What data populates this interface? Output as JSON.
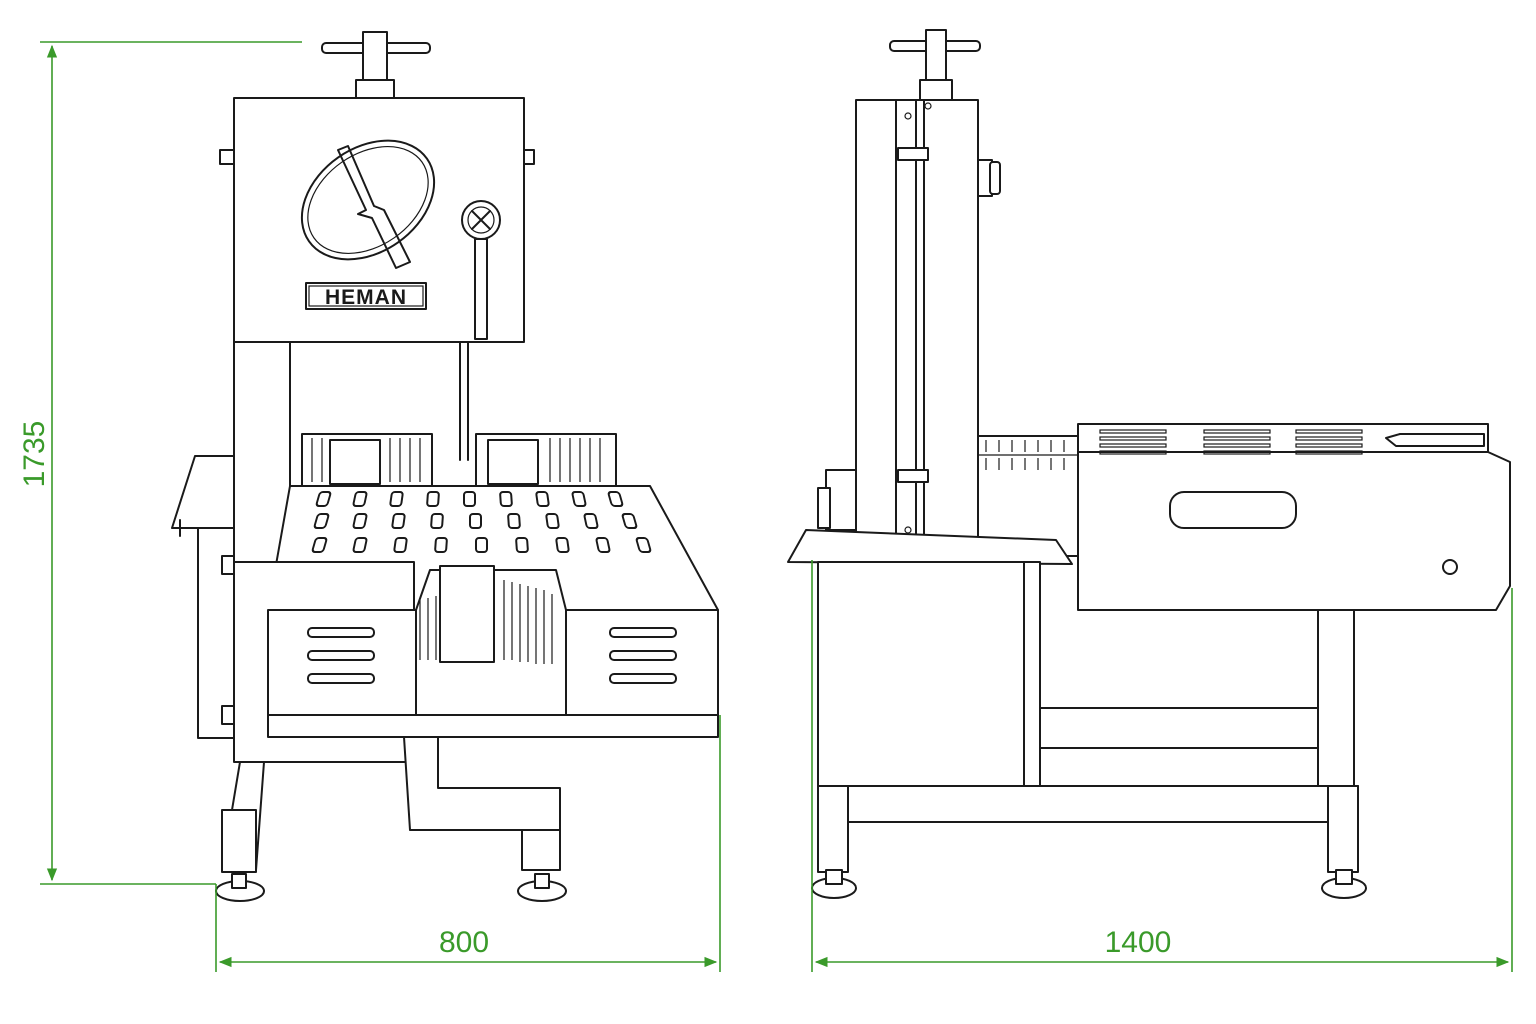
{
  "brand": "HEMAN",
  "dimensions": {
    "height": "1735",
    "front_width": "800",
    "side_depth": "1400"
  },
  "colors": {
    "dimension": "#3a9a2a",
    "line": "#1a1a1a",
    "background": "#ffffff"
  }
}
